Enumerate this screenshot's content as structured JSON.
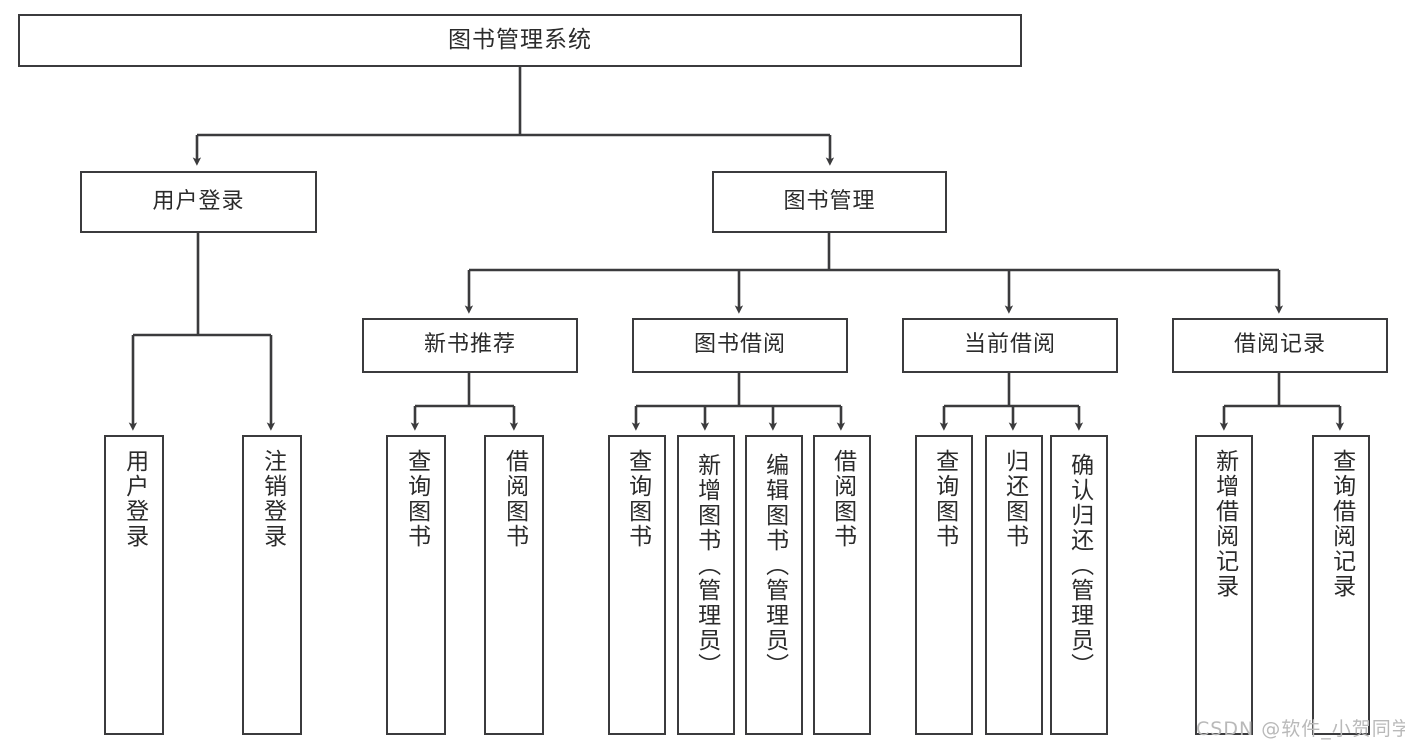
{
  "diagram": {
    "title": "图书管理系统",
    "type": "tree-hierarchy",
    "colors": {
      "background": "#ffffff",
      "stroke": "#3b3b3d",
      "text": "#2b2b2b",
      "watermark": "#b9b9b9"
    },
    "root": {
      "label": "图书管理系统"
    },
    "level2": [
      {
        "label": "用户登录"
      },
      {
        "label": "图书管理"
      }
    ],
    "level3": [
      {
        "label": "新书推荐"
      },
      {
        "label": "图书借阅"
      },
      {
        "label": "当前借阅"
      },
      {
        "label": "借阅记录"
      }
    ],
    "leaves": {
      "user_login": [
        {
          "label": "用户登录"
        },
        {
          "label": "注销登录"
        }
      ],
      "new_book": [
        {
          "label": "查询图书"
        },
        {
          "label": "借阅图书"
        }
      ],
      "borrow_book": [
        {
          "label": "查询图书"
        },
        {
          "label": "新增图书（管理员）"
        },
        {
          "label": "编辑图书（管理员）"
        },
        {
          "label": "借阅图书"
        }
      ],
      "current_borrow": [
        {
          "label": "查询图书"
        },
        {
          "label": "归还图书"
        },
        {
          "label": "确认归还（管理员）"
        }
      ],
      "borrow_record": [
        {
          "label": "新增借阅记录"
        },
        {
          "label": "查询借阅记录"
        }
      ]
    },
    "watermark": "CSDN @软件_小贺同学"
  }
}
